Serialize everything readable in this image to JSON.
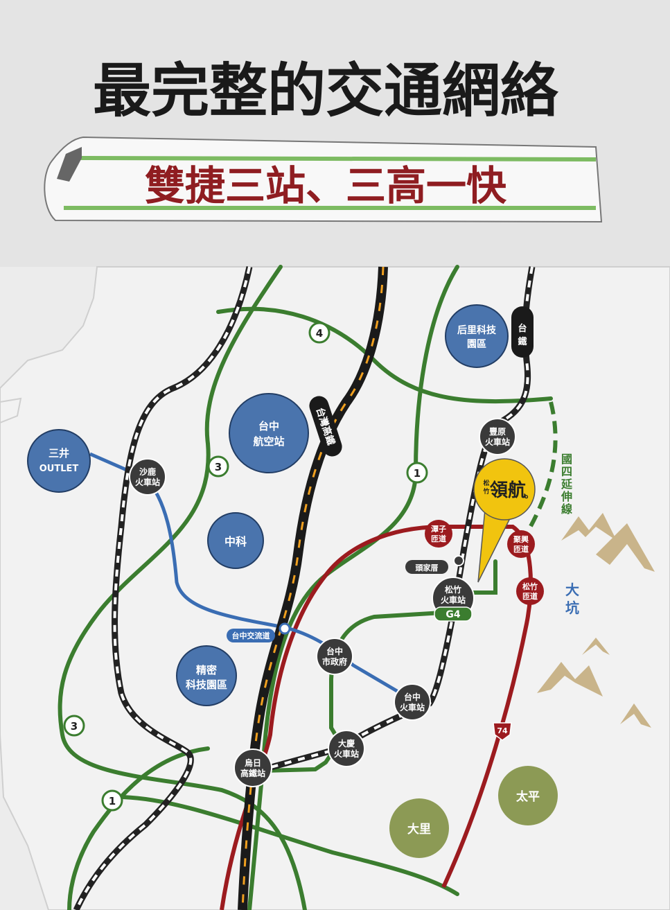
{
  "header": {
    "title": "最完整的交通網絡",
    "subtitle": "雙捷三站、三高一快"
  },
  "map": {
    "rail_label": "台鐵",
    "hsr_label": "台灣高鐵",
    "extension_label": "國四延伸線",
    "road_markers": {
      "h4": "4",
      "h3_top": "3",
      "h3_bottom": "3",
      "h1_top": "1",
      "h1_bottom": "1",
      "h74": "74"
    },
    "blue_areas": {
      "mitsui_outlet": [
        "三井",
        "OUTLET"
      ],
      "airport": [
        "台中",
        "航空站"
      ],
      "science_park": [
        "中科"
      ],
      "precision_park": [
        "精密",
        "科技園區"
      ],
      "houli_park": [
        "后里科技",
        "園區"
      ]
    },
    "olive_areas": {
      "taiping": "太平",
      "dali": "大里"
    },
    "stations": {
      "shalu": [
        "沙鹿",
        "火車站"
      ],
      "fengyuan": [
        "豐原",
        "火車站"
      ],
      "songzhu": [
        "松竹",
        "火車站"
      ],
      "g4": "G4",
      "city_hall": [
        "台中",
        "市政府"
      ],
      "taichung": [
        "台中",
        "火車站"
      ],
      "daqing": [
        "大慶",
        "火車站"
      ],
      "wuri": [
        "烏日",
        "高鐵站"
      ]
    },
    "interchanges": {
      "tanzi": [
        "潭子",
        "匝道"
      ],
      "juxing": [
        "聚興",
        "匝道"
      ],
      "songzhu_ramp": [
        "松竹",
        "匝道"
      ]
    },
    "small_labels": {
      "toujiacuo": "頭家厝",
      "taichung_interchange": "台中交流道"
    },
    "dakeng": "大坑",
    "project": {
      "small": "松竹",
      "name": "領航",
      "dot": "。"
    }
  },
  "colors": {
    "background": "#e9e9e9",
    "land": "#f3f3f3",
    "green_road": "#3b7d2f",
    "red_road": "#9c1b1f",
    "blue_line": "#3a6db3",
    "blue_circle": "#4a74ad",
    "olive_circle": "#8c9a55",
    "dark_station": "#3a3a3a",
    "project_yellow": "#f1c40f",
    "mountain": "#c9b48a",
    "title_red": "#8f1d21"
  }
}
